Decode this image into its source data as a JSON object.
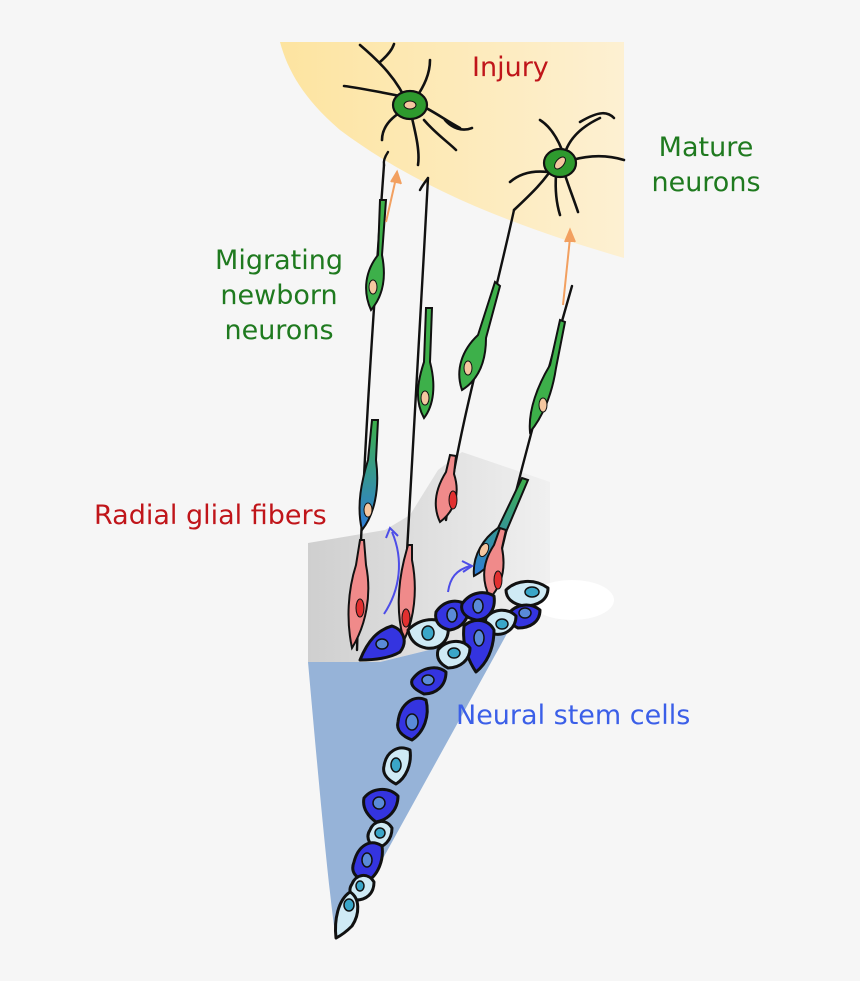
{
  "labels": {
    "injury": "Injury",
    "mature": [
      "Mature",
      "neurons"
    ],
    "migrating": [
      "Migrating",
      "newborn",
      "neurons"
    ],
    "radial": "Radial glial fibers",
    "stem": "Neural stem cells"
  },
  "colors": {
    "injury_text": "#c0151a",
    "radial_text": "#c0151a",
    "neuron_text": "#1f7a1f",
    "stem_text": "#3b5fe8",
    "injury_region": "#fde6a8",
    "ventricle": "#96b3d8",
    "tissue_gray": "#d4d4d4",
    "neuron_green": "#2e9a2e",
    "glia_pink": "#f08a8a",
    "stem_blue": "#3434e0",
    "stem_light": "#cfeaf5",
    "arrow_orange": "#f2a060",
    "arrow_blue": "#4d4de8"
  }
}
